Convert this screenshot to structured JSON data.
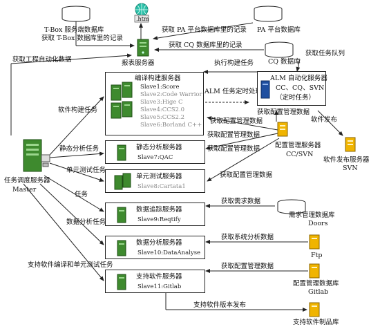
{
  "top": {
    "html_label": ".htm",
    "tbox_db": "T-Box 服务端数据库",
    "tbox_records": "获取 T-Box 数据库里的记录",
    "pa_records": "获取 PA 平台数据库里的记录",
    "pa_db": "PA 平台数据库",
    "cq_records": "获取 CQ 数据库里的记录",
    "cq_db": "CQ 数据库",
    "cq_queue": "获取任务队列",
    "report_server": "报表服务器",
    "auto_data": "获取工程自动化数据"
  },
  "build_box": {
    "title": "编译构建服务器",
    "slave1": "Slave1:Score",
    "slaves_grey": [
      "Slave2:Code Warrior",
      "Slave3:Hige C",
      "Slave4:CCS2.0",
      "Slave5:CCS2.2",
      "Slave6:Borland C++"
    ]
  },
  "alm": {
    "title": "ALM 自动化服务器",
    "line2": "CC、CQ、SVN",
    "line3": "（定时任务）",
    "exec_task": "执行构建任务",
    "timer": "ALM 任务定时处理",
    "get_cfg": "获取配置管理数据"
  },
  "config": {
    "label": "配置管理服务器",
    "sub": "CC/SVN",
    "get_cfg_1": "获取配置管理数据",
    "get_cfg_2": "获取配置管理数据",
    "get_cfg_3": "获取配置管理数据",
    "get_cfg_4": "获取配置管理数据"
  },
  "release": {
    "label": "软件发布",
    "server": "软件发布服务器",
    "svn": "SVN"
  },
  "master": {
    "label": "任务调度服务器",
    "sub": "Master"
  },
  "tasks": {
    "build": "软件构建任务",
    "static": "静态分析任务",
    "unit": "单元测试任务",
    "task": "任务",
    "data": "数据分析任务",
    "support": "支持软件编译和单元测试任务"
  },
  "static_box": {
    "title": "静态分析服务器",
    "slave": "Slave7:QAC"
  },
  "unit_box": {
    "title": "单元测试服务器",
    "slave": "Slave8:Cartata1"
  },
  "trace_box": {
    "title": "数据追踪服务器",
    "slave": "Slave9:Reqtify"
  },
  "analysis_box": {
    "title": "数据分析服务器",
    "slave": "Slave10:DataAnalyse"
  },
  "support_box": {
    "title": "支持软件服务器",
    "slave": "Slave11:Gitlab"
  },
  "right": {
    "req": "获取需求数据",
    "req_db": "需求管理数据库",
    "doors": "Doors",
    "sys": "获取系统分析数据",
    "ftp": "Ftp",
    "cfg_db_get": "获取配置管理数据",
    "cfg_db": "配置管理数据库",
    "gitlab": "Gitlab",
    "release_support": "支持软件版本发布",
    "product_db": "支持软件制品库"
  },
  "colors": {
    "server_green": "#3e8a2e",
    "folder_yellow": "#f0b400",
    "alm_blue": "#1f4fa0",
    "html_teal": "#2bbfa8"
  }
}
